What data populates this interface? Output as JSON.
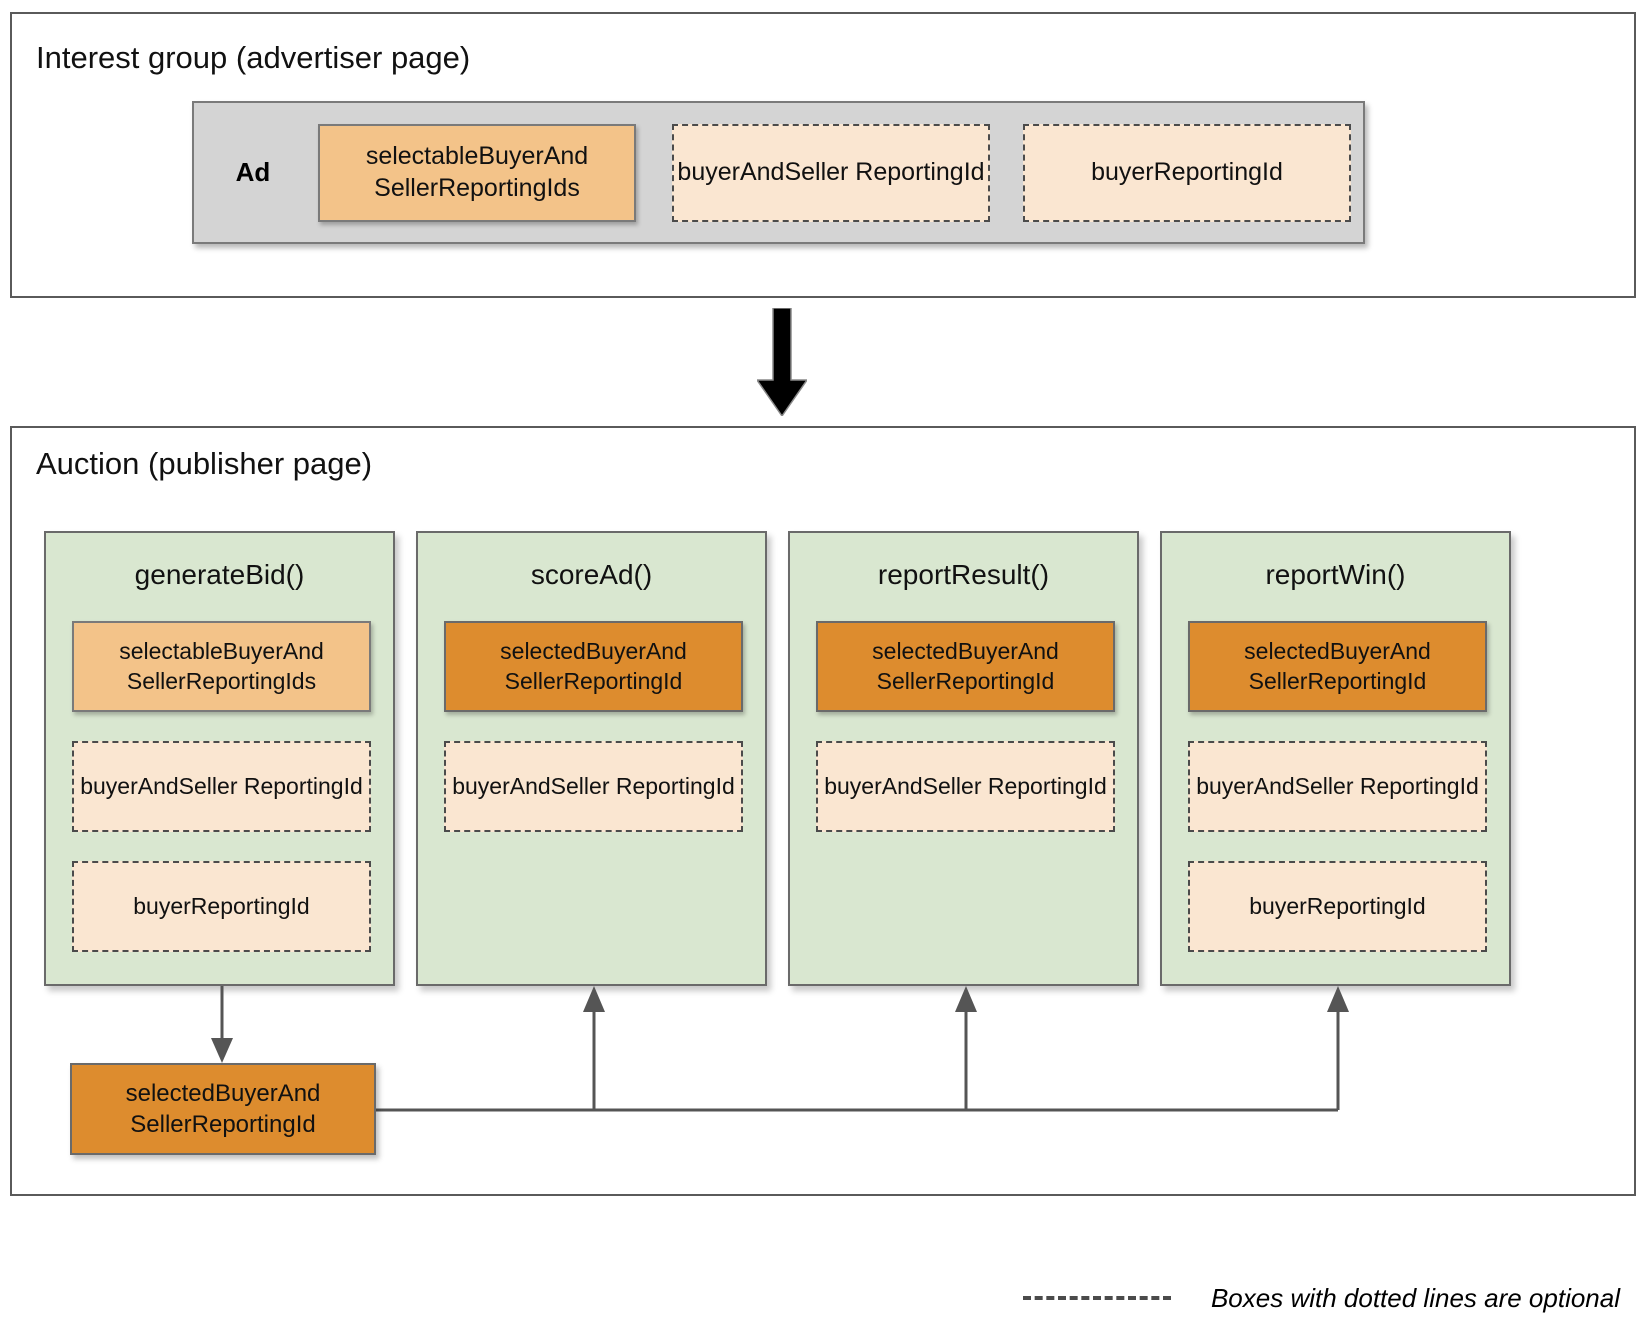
{
  "interest_group": {
    "title": "Interest group (advertiser page)",
    "ad_label": "Ad",
    "boxes": [
      {
        "text": "selectableBuyerAnd SellerReportingIds",
        "style": "solid-orange-light"
      },
      {
        "text": "buyerAndSeller ReportingId",
        "style": "dashed-peach"
      },
      {
        "text": "buyerReportingId",
        "style": "dashed-peach"
      }
    ]
  },
  "flow_arrow": "down-arrow",
  "auction": {
    "title": "Auction (publisher page)",
    "columns": [
      {
        "name": "generateBid()",
        "params": [
          {
            "text": "selectableBuyerAnd SellerReportingIds",
            "style": "solid-orange-light"
          },
          {
            "text": "buyerAndSeller ReportingId",
            "style": "dashed-peach"
          },
          {
            "text": "buyerReportingId",
            "style": "dashed-peach"
          }
        ]
      },
      {
        "name": "scoreAd()",
        "params": [
          {
            "text": "selectedBuyerAnd SellerReportingId",
            "style": "solid-orange-dark"
          },
          {
            "text": "buyerAndSeller ReportingId",
            "style": "dashed-peach"
          }
        ]
      },
      {
        "name": "reportResult()",
        "params": [
          {
            "text": "selectedBuyerAnd SellerReportingId",
            "style": "solid-orange-dark"
          },
          {
            "text": "buyerAndSeller ReportingId",
            "style": "dashed-peach"
          }
        ]
      },
      {
        "name": "reportWin()",
        "params": [
          {
            "text": "selectedBuyerAnd SellerReportingId",
            "style": "solid-orange-dark"
          },
          {
            "text": "buyerAndSeller ReportingId",
            "style": "dashed-peach"
          },
          {
            "text": "buyerReportingId",
            "style": "dashed-peach"
          }
        ]
      }
    ],
    "selected_output": "selectedBuyerAnd SellerReportingId"
  },
  "legend": {
    "sample": "dashed-line-sample",
    "text": "Boxes with dotted lines are optional"
  },
  "colors": {
    "orange_light": "#f3c389",
    "orange_dark": "#dd8c2e",
    "peach": "#fae6d1",
    "green": "#d9e7d0",
    "grey": "#d4d4d4",
    "border": "#6a6a6a",
    "dashed_border": "#4b4b4b"
  }
}
